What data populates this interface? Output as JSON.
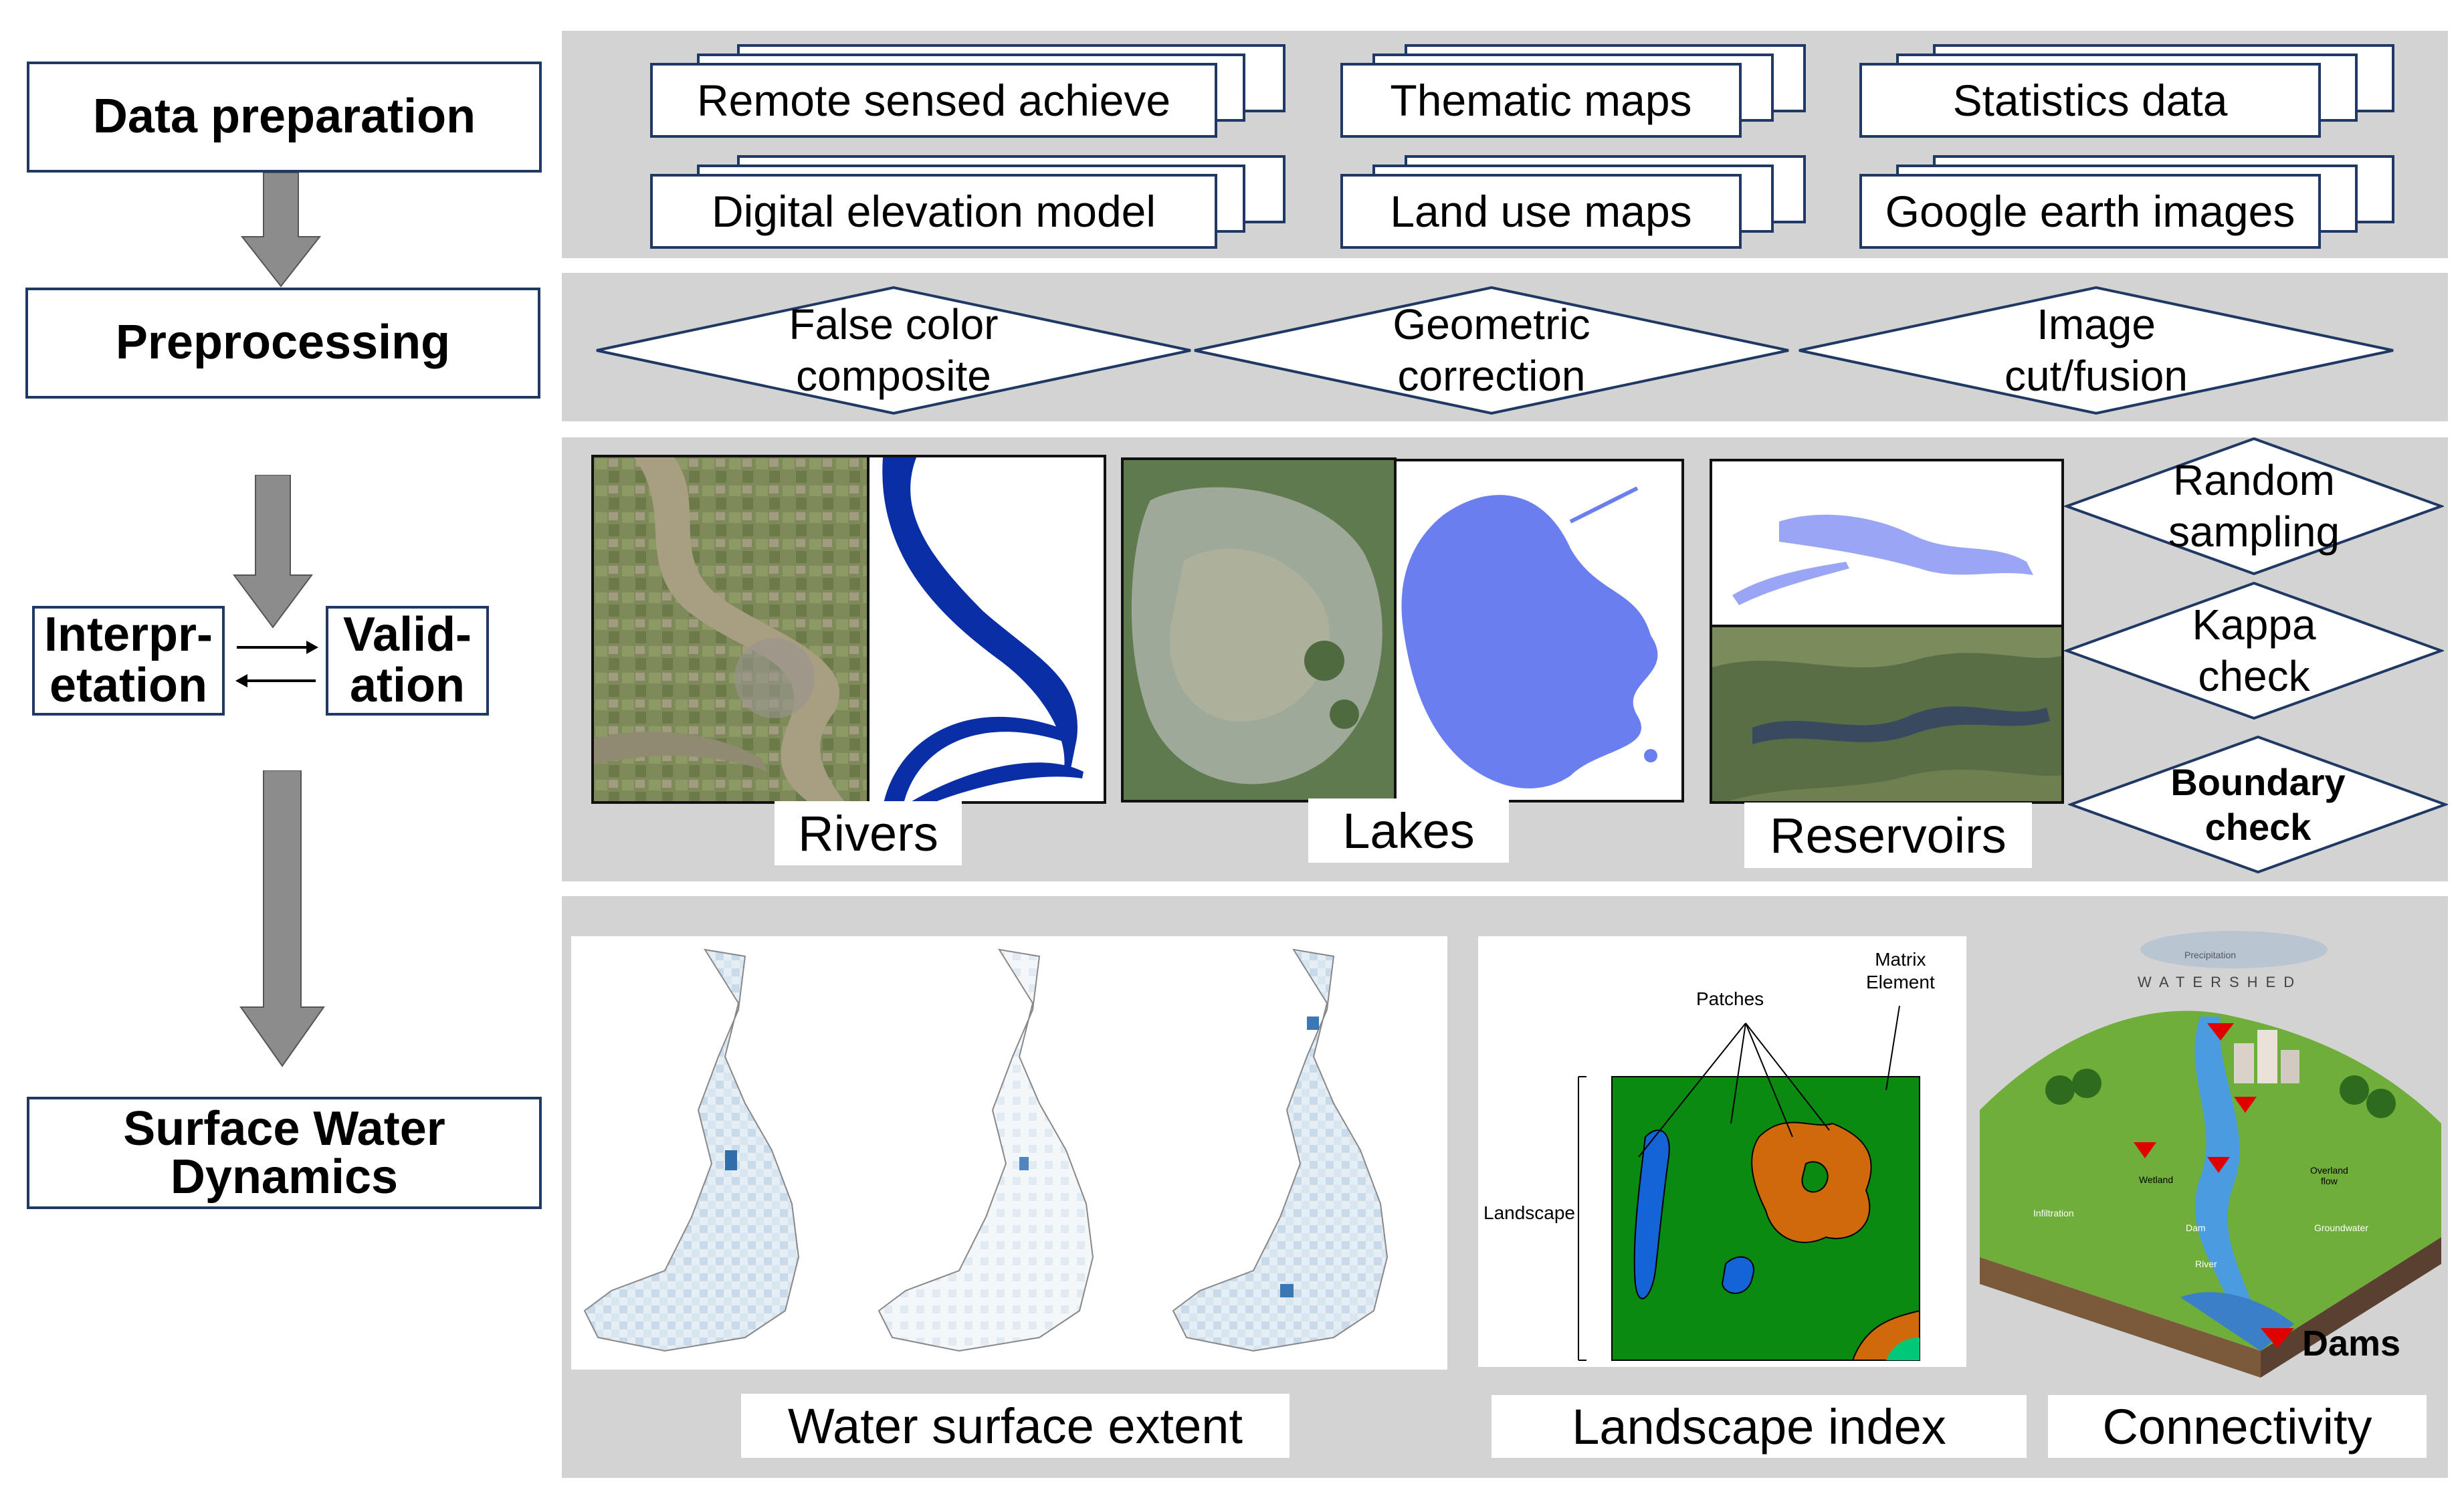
{
  "steps": {
    "data_preparation": "Data preparation",
    "preprocessing": "Preprocessing",
    "interpretation": "Interpr-\netation",
    "validation": "Valid-\nation",
    "surface_water_dynamics": "Surface Water\nDynamics"
  },
  "data_sources": [
    "Remote sensed achieve",
    "Thematic maps",
    "Statistics data",
    "Digital elevation model",
    "Land use maps",
    "Google earth images"
  ],
  "preprocessing_steps": [
    "False color\ncomposite",
    "Geometric\ncorrection",
    "Image\ncut/fusion"
  ],
  "water_bodies": [
    "Rivers",
    "Lakes",
    "Reservoirs"
  ],
  "validation_checks": [
    "Random\nsampling",
    "Kappa\ncheck",
    "Boundary\ncheck"
  ],
  "outputs": [
    "Water surface extent",
    "Landscape index",
    "Connectivity"
  ],
  "landscape_diagram": {
    "matrix_label": "Matrix\nElement",
    "patches_label": "Patches",
    "landscape_label": "Landscape"
  },
  "watershed_diagram": {
    "precipitation": "Precipitation",
    "watershed": "WATERSHED",
    "wetland": "Wetland",
    "overland_flow": "Overland\nflow",
    "infiltration": "Infiltration",
    "groundwater": "Groundwater",
    "dam": "Dam",
    "river": "River",
    "dams_legend": "Dams"
  },
  "colors": {
    "band_gray": "#d4d3d3",
    "border_navy": "#1f3864",
    "arrow_gray": "#8c8c8c",
    "river_blue": "#0a2ea6",
    "lake_blue": "#6a7ef0",
    "reservoir_blue": "#9aa6f5",
    "matrix_green": "#0b8a12",
    "patch_orange": "#d0690c",
    "dam_red": "#e00000"
  }
}
